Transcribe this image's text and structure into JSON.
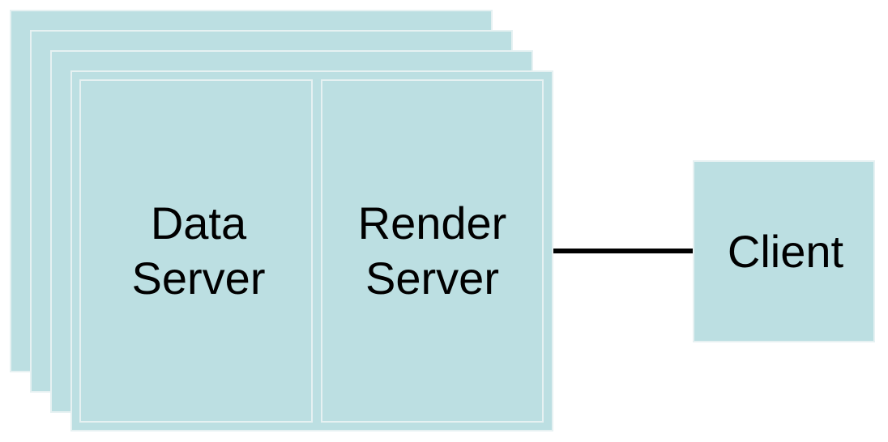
{
  "diagram": {
    "data_server": {
      "line1": "Data",
      "line2": "Server"
    },
    "render_server": {
      "line1": "Render",
      "line2": "Server"
    },
    "client": {
      "label": "Client"
    },
    "colors": {
      "box_fill": "#bcdfe2",
      "box_border": "#e6f1f2",
      "connector": "#000000",
      "text": "#000000"
    }
  }
}
